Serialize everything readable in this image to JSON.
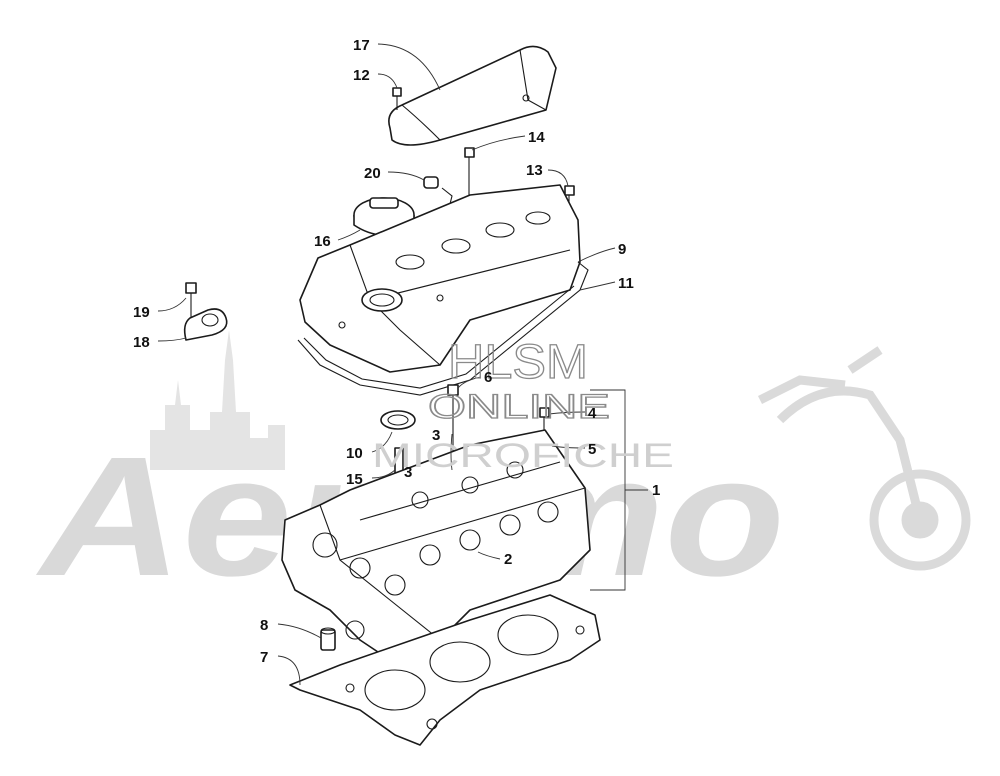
{
  "watermark": {
    "brand": "Aeromo",
    "overlay_line1": "HLSM",
    "overlay_line2": "ONLINE",
    "overlay_line3": "MICROFICHE"
  },
  "callouts": [
    {
      "id": "c1",
      "label": "1"
    },
    {
      "id": "c2",
      "label": "2"
    },
    {
      "id": "c3",
      "label": "3"
    },
    {
      "id": "c3b",
      "label": "3"
    },
    {
      "id": "c4",
      "label": "4"
    },
    {
      "id": "c5",
      "label": "5"
    },
    {
      "id": "c6",
      "label": "6"
    },
    {
      "id": "c7",
      "label": "7"
    },
    {
      "id": "c8",
      "label": "8"
    },
    {
      "id": "c9",
      "label": "9"
    },
    {
      "id": "c10",
      "label": "10"
    },
    {
      "id": "c11",
      "label": "11"
    },
    {
      "id": "c12",
      "label": "12"
    },
    {
      "id": "c13",
      "label": "13"
    },
    {
      "id": "c14",
      "label": "14"
    },
    {
      "id": "c15",
      "label": "15"
    },
    {
      "id": "c16",
      "label": "16"
    },
    {
      "id": "c17",
      "label": "17"
    },
    {
      "id": "c18",
      "label": "18"
    },
    {
      "id": "c19",
      "label": "19"
    },
    {
      "id": "c20",
      "label": "20"
    }
  ]
}
